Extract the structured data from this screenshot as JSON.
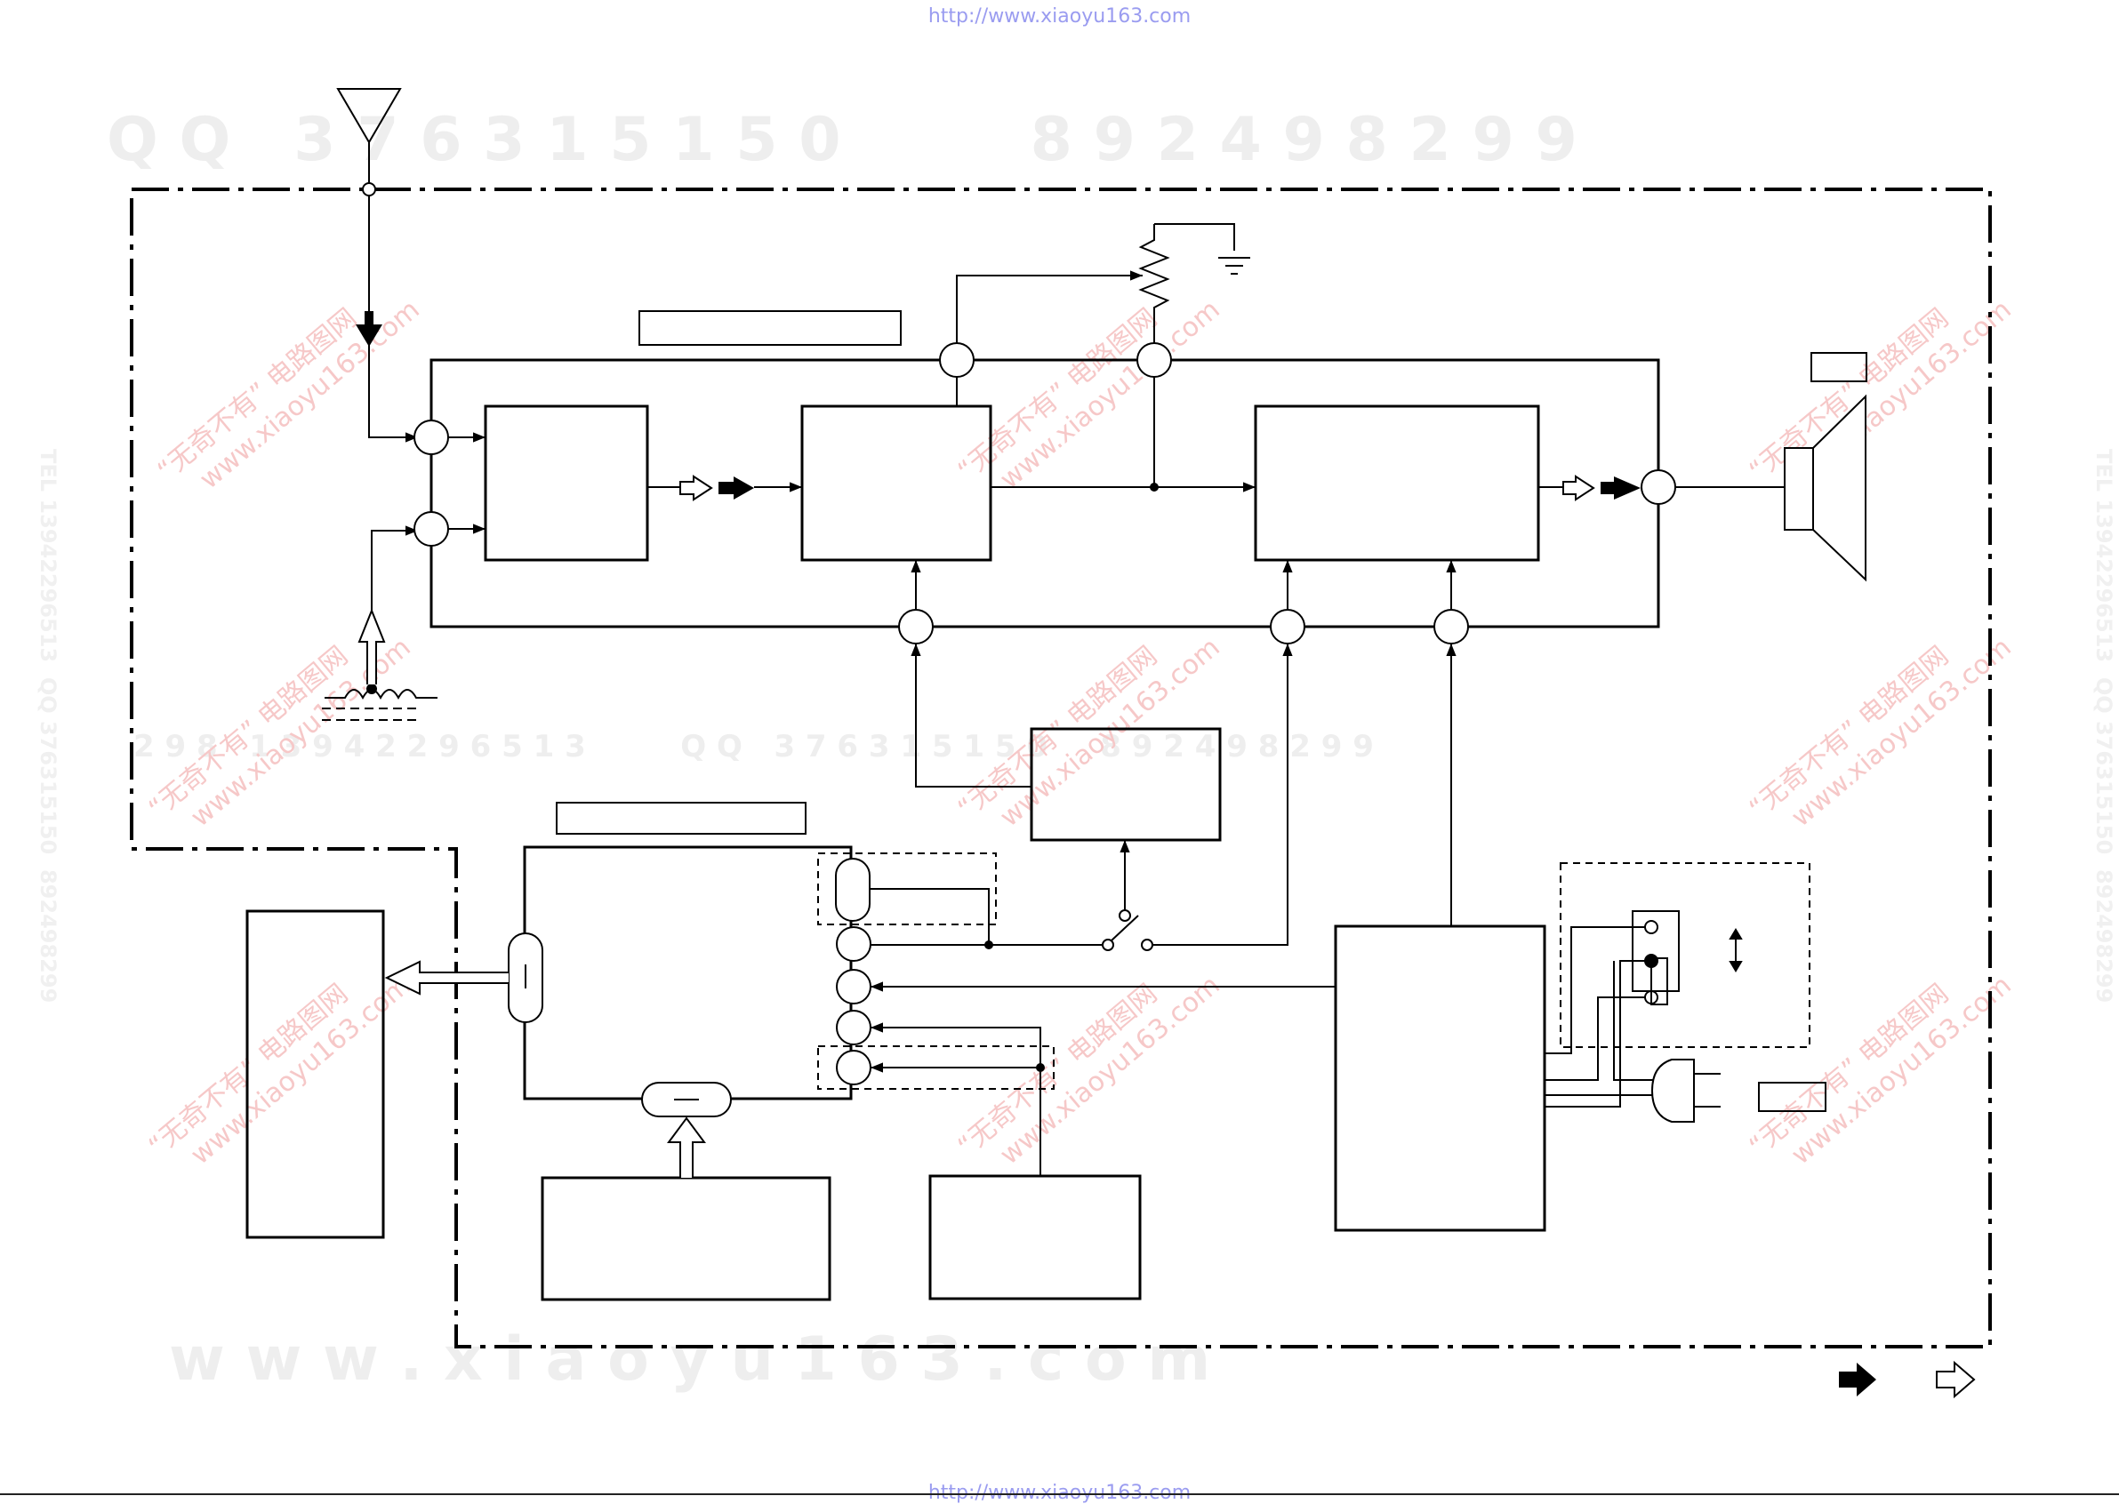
{
  "header": {
    "url": "http://www.xiaoyu163.com"
  },
  "footer": {
    "url": "http://www.xiaoyu163.com"
  },
  "watermark": {
    "top_row": "Q Q   3 7 6 3 1 5 1 5 0         8 9 2 4 9 8 2 9 9",
    "middle_row": "2 9 8   1 3 9 4 2 2 9 6 5 1 3         Q Q   3 7 6 3 1 5 1 5 0     8 9 2 4 9 8 2 9 9",
    "bottom_row": "w w w . x i a o y u 1 6 3 . c o m",
    "side_left": "TEL 13942296513  QQ 376315150  892498299",
    "side_right": "TEL 13942296513  QQ 376315150  892498299",
    "diag_cn": "“无奇不有” 电路图网",
    "diag_en": "www.xiaoyu163.com"
  },
  "colors": {
    "line": "#000000",
    "url": "#9a9cf0",
    "watermark_gray": "#eeeeee",
    "watermark_red": "#f6c8c8"
  },
  "icons": [
    "antenna-icon",
    "speaker-icon",
    "ground-icon",
    "ferrite-coil-icon",
    "ac-plug-icon",
    "switch-icon",
    "volume-potentiometer-icon"
  ]
}
